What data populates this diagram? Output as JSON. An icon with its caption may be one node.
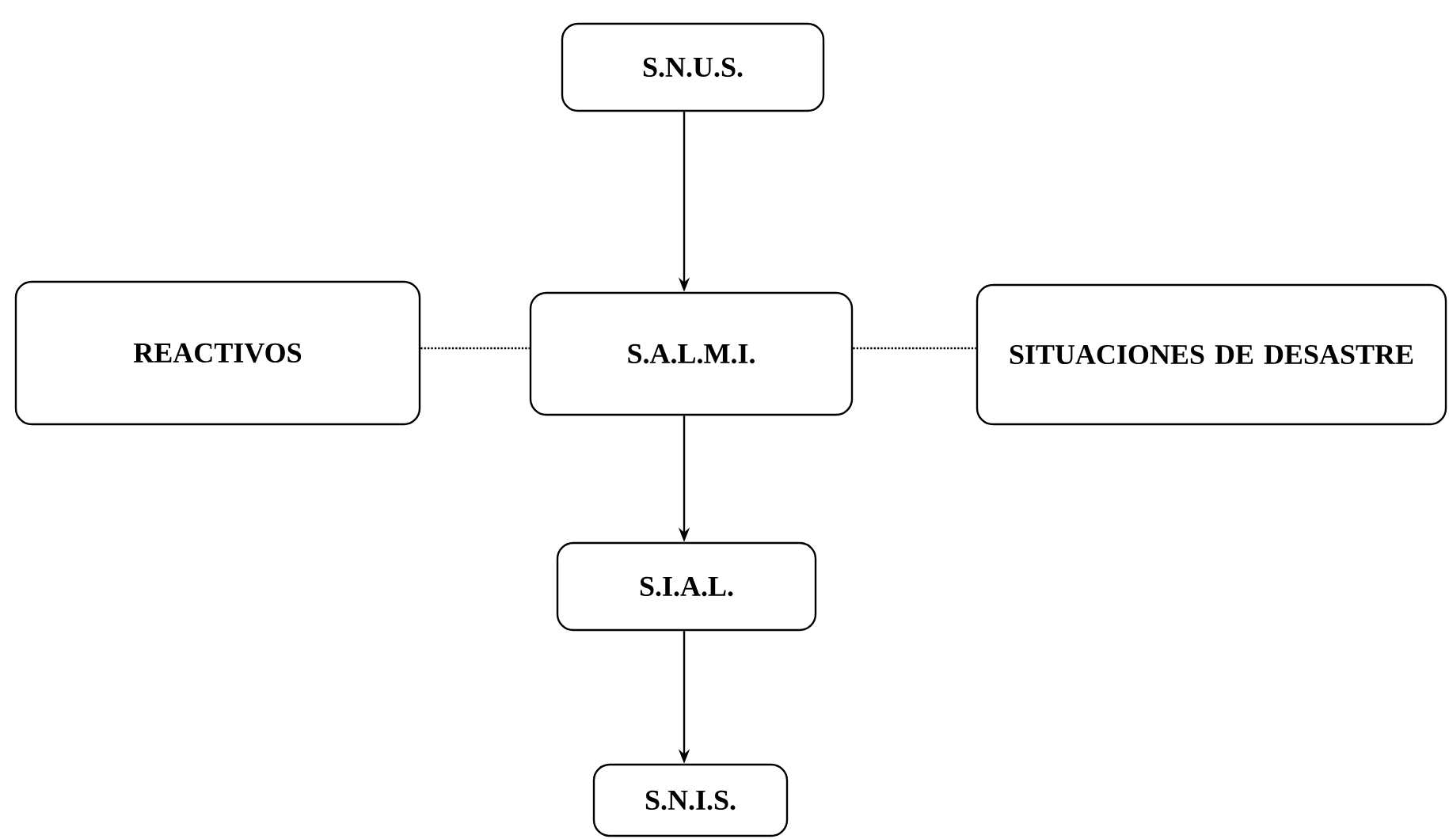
{
  "diagram": {
    "nodes": [
      {
        "text": [
          "S.N.U.S."
        ]
      },
      {
        "text": [
          "REACTIVOS"
        ]
      },
      {
        "text": [
          "S.A.L.M.I."
        ]
      },
      {
        "text": [
          "SITUACIONES DE DESASTRE"
        ]
      },
      {
        "text": [
          "S.I.A.L."
        ]
      },
      {
        "text": [
          "S.N.I.S."
        ]
      }
    ],
    "edges": [
      {
        "from": 0,
        "to": 2,
        "arrow": "to"
      },
      {
        "from": 1,
        "to": 2,
        "arrow": "none",
        "style": "dashed"
      },
      {
        "from": 2,
        "to": 3,
        "arrow": "none",
        "style": "dashed"
      },
      {
        "from": 2,
        "to": 4,
        "arrow": "to"
      },
      {
        "from": 4,
        "to": 5,
        "arrow": "to"
      }
    ]
  }
}
